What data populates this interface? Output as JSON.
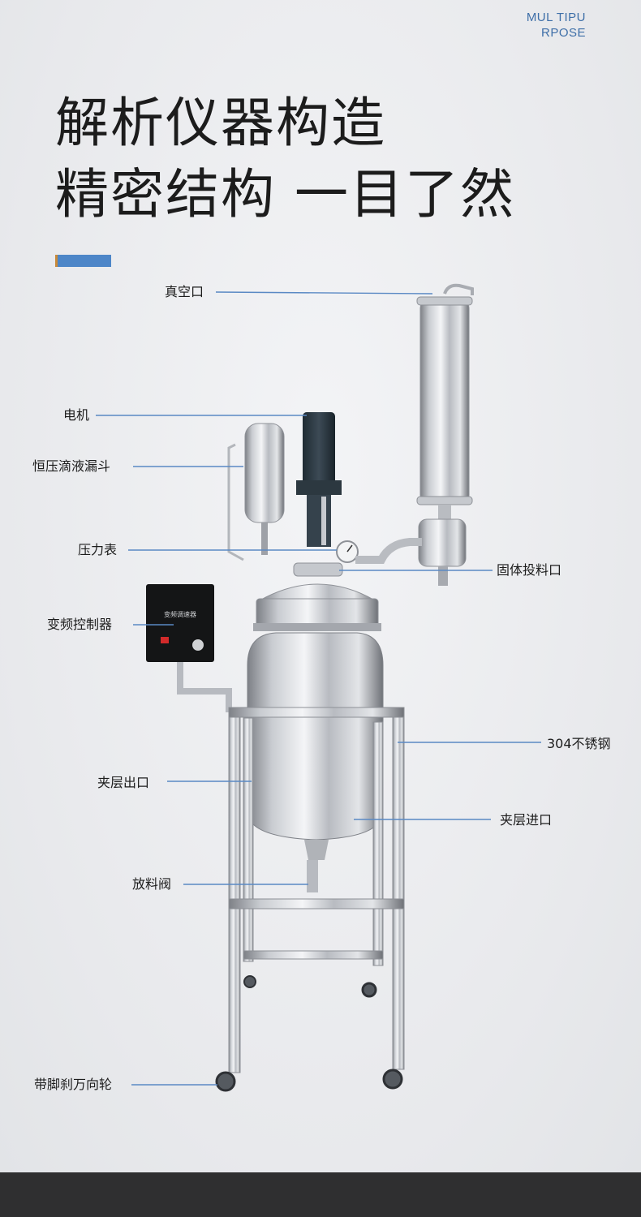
{
  "brand": {
    "line1": "MUL TIPU",
    "line2": "RPOSE"
  },
  "headline": {
    "line1": "解析仪器构造",
    "line2": "精密结构 一目了然"
  },
  "colors": {
    "accent": "#4d86c8",
    "brand_text": "#3e6fa8",
    "footer": "#2f2f30"
  },
  "device_panel_text": "变频调速器",
  "labels": {
    "vacuum_port": "真空口",
    "motor": "电机",
    "dropping_funnel": "恒压滴液漏斗",
    "pressure_gauge": "压力表",
    "solid_feed_port": "固体投料口",
    "vfd_controller": "变频控制器",
    "steel_304": "304不锈钢",
    "jacket_outlet": "夹层出口",
    "jacket_inlet": "夹层进口",
    "discharge_valve": "放料阀",
    "casters": "带脚刹万向轮"
  }
}
